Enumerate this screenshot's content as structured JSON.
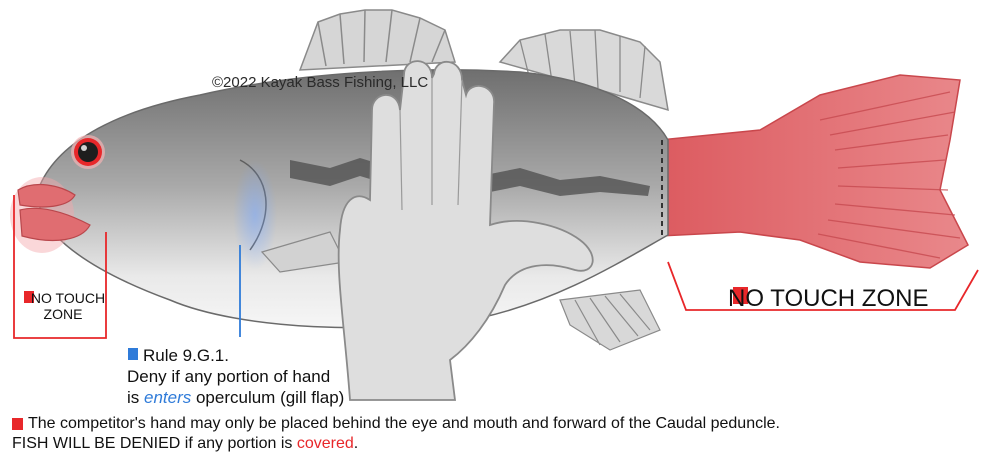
{
  "copyright": "©2022 Kayak Bass Fishing, LLC",
  "no_touch_left": {
    "line1": "NO TOUCH",
    "line2": "ZONE"
  },
  "no_touch_right": "NO TOUCH ZONE",
  "rule": {
    "title": "Rule 9.G.1.",
    "line2": "Deny if any portion of hand",
    "line3_pre": "is ",
    "line3_em": "enters",
    "line3_post": " operculum (gill flap)"
  },
  "footer": {
    "line1": "The competitor's hand may only be placed behind the eye and mouth and forward of the Caudal peduncle.",
    "line2_pre": "FISH WILL BE DENIED if any portion is ",
    "line2_red": "covered",
    "line2_post": "."
  },
  "colors": {
    "no_touch_red": "#e8272a",
    "zone_fill": "#e36a6e",
    "rule_blue": "#2f7bd9",
    "fish_gray": "#9a9a9a",
    "hand_gray": "#d9d9d9"
  },
  "icons": [
    "fish-illustration",
    "hand-illustration",
    "red-square-icon",
    "blue-square-icon"
  ]
}
